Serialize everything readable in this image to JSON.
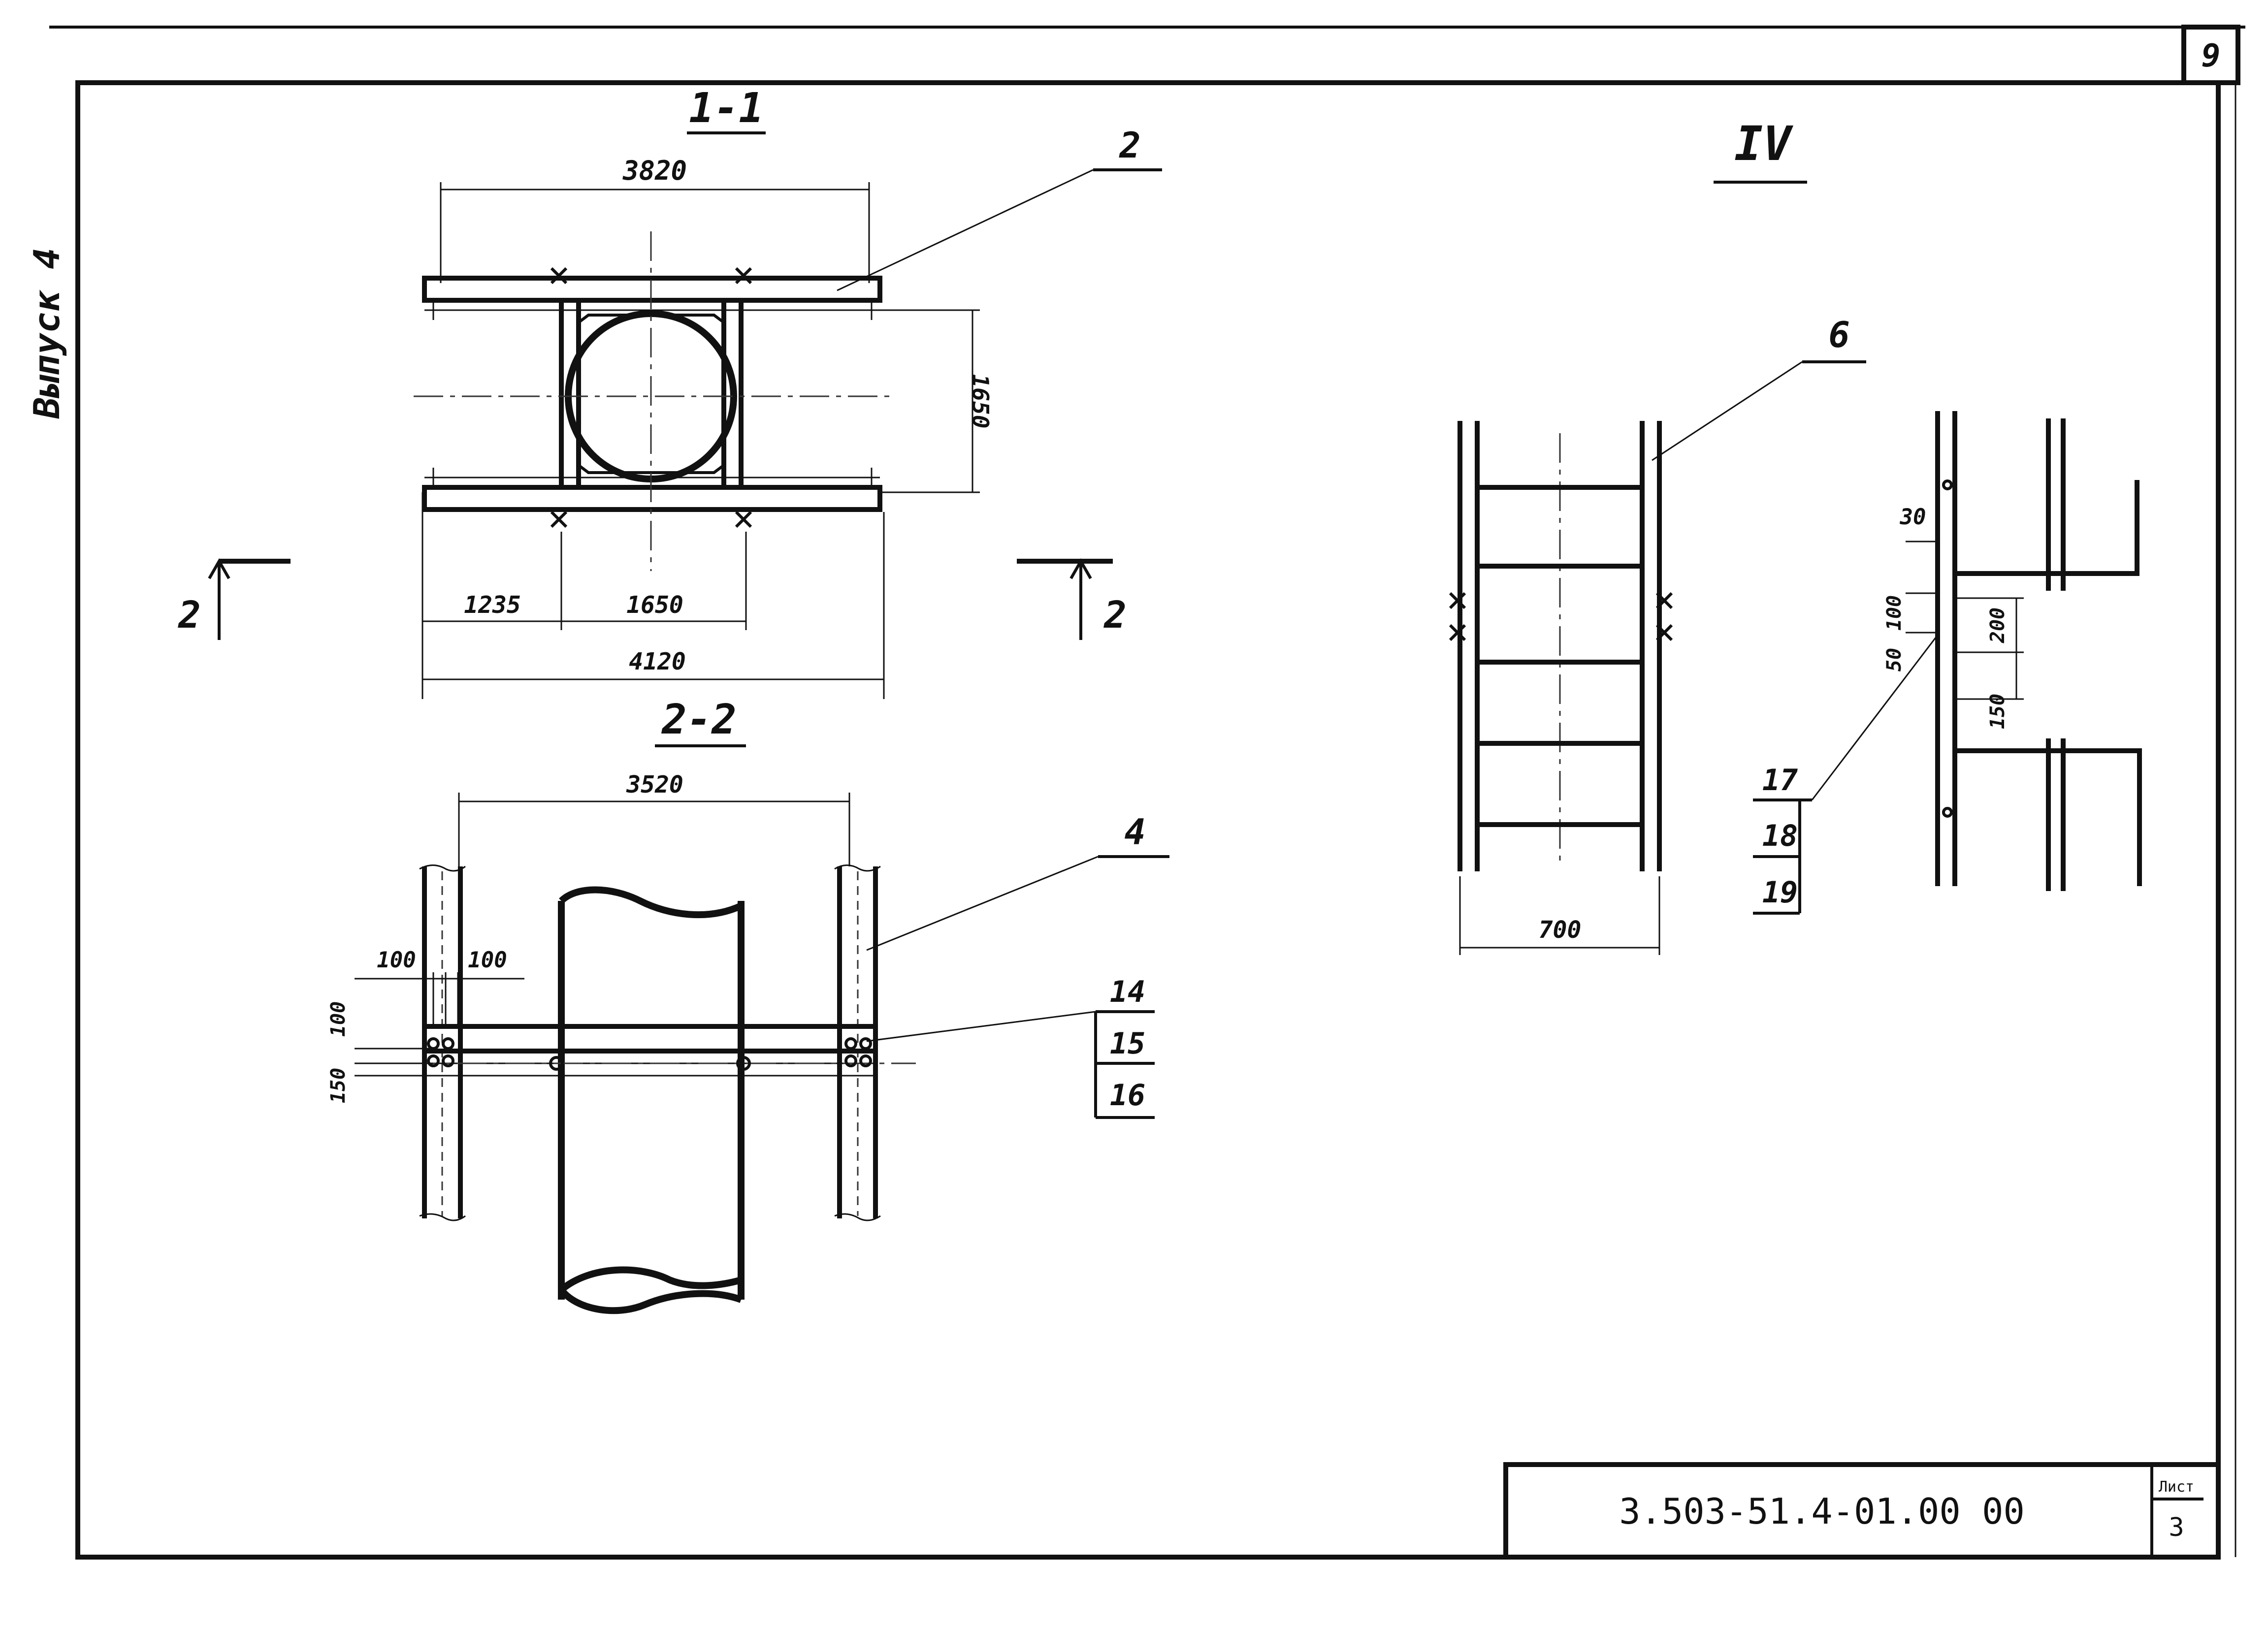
{
  "sheet": {
    "sheet_number": "9",
    "stamp_side": "Выпуск 4",
    "title_code": "3.503-51.4-01.00 00",
    "sheet_label": "Лист",
    "sheet_value": "3"
  },
  "section_1_1": {
    "title": "1-1",
    "dim_top": "3820",
    "dim_right": "1650",
    "dim_bottom_left": "1235",
    "dim_bottom_mid": "1650",
    "dim_total": "4120",
    "callout_2": "2"
  },
  "section_marks": {
    "left": "2",
    "right": "2"
  },
  "section_2_2": {
    "title": "2-2",
    "dim_top": "3520",
    "dim_left_a": "100",
    "dim_left_b": "100",
    "dim_vert_a": "100",
    "dim_vert_b": "150",
    "callout_4": "4",
    "callouts": [
      "14",
      "15",
      "16"
    ]
  },
  "view_iv": {
    "title": "IV",
    "callout_6": "6",
    "dim_width": "700",
    "dim_30": "30",
    "dim_100": "100",
    "dim_50": "50",
    "dim_200": "200",
    "dim_150": "150",
    "callouts": [
      "17",
      "18",
      "19"
    ]
  }
}
